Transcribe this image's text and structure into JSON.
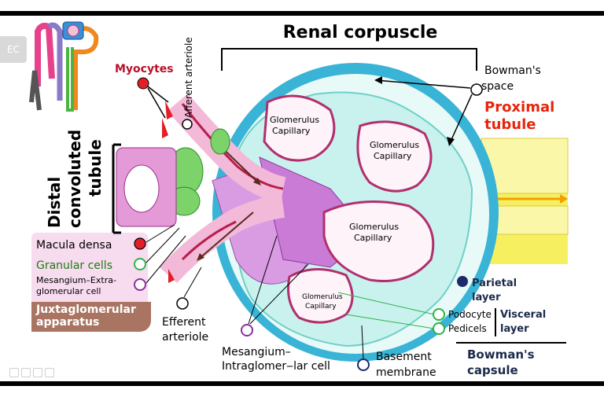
{
  "title": "Renal corpuscle",
  "side_chip": "EC",
  "labels": {
    "myocytes": "Myocytes",
    "afferent_arteriole": "Afferent arteriole",
    "bowmans_space": [
      "Bowman's",
      "space"
    ],
    "proximal_tubule": [
      "Proximal",
      "tubule"
    ],
    "distal_convoluted_tubule": [
      "Distal",
      "convoluted",
      "tubule"
    ],
    "glomerulus_capillary": [
      "Glomerulus",
      "Capillary"
    ],
    "macula_densa": "Macula densa",
    "granular_cells": "Granular cells",
    "mesangium_extra": [
      "Mesangium–Extra-",
      "glomerular cell"
    ],
    "juxtaglomerular_apparatus": [
      "Juxtaglomerular",
      "apparatus"
    ],
    "efferent_arteriole": [
      "Efferent",
      "arteriole"
    ],
    "mesangium_intra": [
      "Mesangium–",
      "Intraglomer‒lar cell"
    ],
    "basement_membrane": [
      "Basement",
      "membrane"
    ],
    "parietal_layer": [
      "Parietal",
      "layer"
    ],
    "podocyte": "Podocyte",
    "pedicels": "Pedicels",
    "visceral_layer": [
      "Visceral",
      "layer"
    ],
    "bowmans_capsule": [
      "Bowman's",
      "capsule"
    ]
  },
  "colors": {
    "title": "#000000",
    "proximal_tubule_label": "#e8240c",
    "granular_cells_label": "#1d7a12",
    "capsule_blue": "#39b4d6",
    "mesangium_purple": "#c97bd6",
    "capillary_pink": "#f3c3dd",
    "tubule_yellow": "#f6f060",
    "myocyte_red": "#e21f26",
    "green_marker": "#2eb24a",
    "purple_marker": "#cf8ae6"
  }
}
